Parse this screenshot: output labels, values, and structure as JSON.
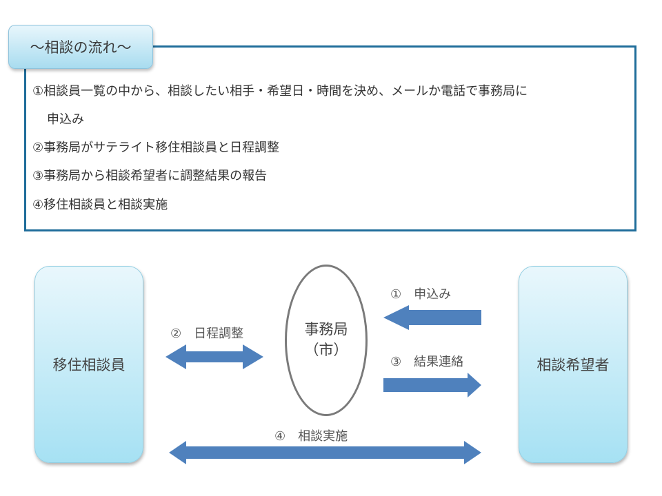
{
  "flow": {
    "title": "～相談の流れ～",
    "steps": [
      "①相談員一覧の中から、相談したい相手・希望日・時間を決め、メールか電話で事務局に",
      "申込み",
      "②事務局がサテライト移住相談員と日程調整",
      "③事務局から相談希望者に調整結果の報告",
      "④移住相談員と相談実施"
    ]
  },
  "diagram": {
    "left_box": "移住相談員",
    "right_box": "相談希望者",
    "center_line1": "事務局",
    "center_line2": "（市）",
    "arrow_labels": {
      "apply": "①　申込み",
      "schedule": "②　日程調整",
      "result": "③　結果連絡",
      "consult": "④　相談実施"
    },
    "arrow_color": "#4f81bd"
  }
}
